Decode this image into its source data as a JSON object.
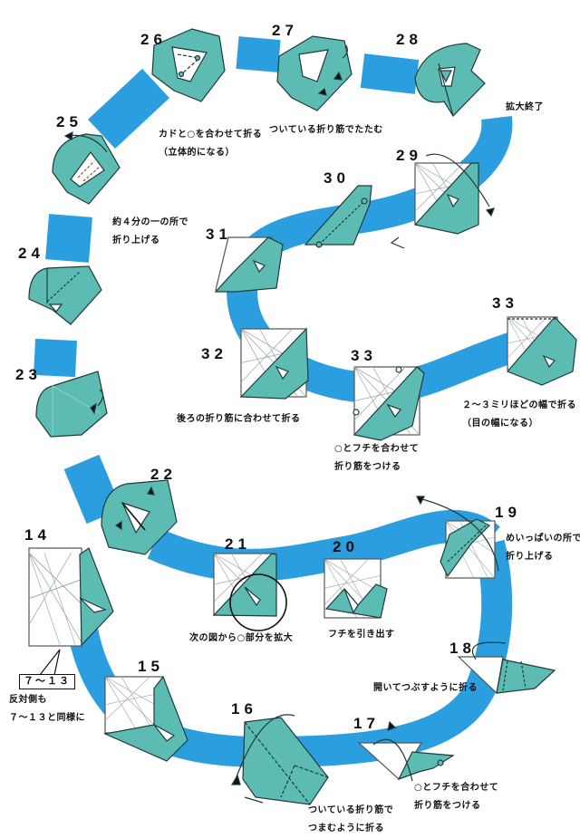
{
  "colors": {
    "band": "#2b9ee0",
    "paper_teal": "#5cbcb4",
    "paper_white": "#ffffff",
    "outline": "#1f3b3a",
    "crease": "#9aa6a6",
    "text": "#111111"
  },
  "steps": [
    {
      "n": "14"
    },
    {
      "n": "15"
    },
    {
      "n": "16"
    },
    {
      "n": "17"
    },
    {
      "n": "18"
    },
    {
      "n": "19"
    },
    {
      "n": "20"
    },
    {
      "n": "21"
    },
    {
      "n": "22"
    },
    {
      "n": "23"
    },
    {
      "n": "24"
    },
    {
      "n": "25"
    },
    {
      "n": "26"
    },
    {
      "n": "27"
    },
    {
      "n": "28"
    },
    {
      "n": "29"
    },
    {
      "n": "30"
    },
    {
      "n": "31"
    },
    {
      "n": "32"
    },
    {
      "n": "33"
    },
    {
      "n": "33"
    }
  ],
  "notes": {
    "step25": {
      "line1": "カドと○を合わせて折る",
      "line2": "（立体的になる）"
    },
    "step27": {
      "line1": "ついている折り筋でたたむ"
    },
    "step28": {
      "line1": "拡大終了"
    },
    "step24": {
      "line1": "約４分の一の所で",
      "line2": "折り上げる"
    },
    "step32": {
      "line1": "後ろの折り筋に合わせて折る"
    },
    "step33a": {
      "line1": "○とフチを合わせて",
      "line2": "折り筋をつける"
    },
    "step33b": {
      "line1": "２～３ミリほどの幅で折る",
      "line2": "（目の幅になる）"
    },
    "step19": {
      "line1": "めいっぱいの所で",
      "line2": "折り上げる"
    },
    "step21": {
      "line1": "次の図から○部分を拡大"
    },
    "step20": {
      "line1": "フチを引き出す"
    },
    "step18": {
      "line1": "開いてつぶすように折る"
    },
    "step17": {
      "line1": "○とフチを合わせて",
      "line2": "折り筋をつける"
    },
    "step16": {
      "line1": "ついている折り筋で",
      "line2": "つまむように折る"
    },
    "step14": {
      "box": "７～１３",
      "line1": "反対側も",
      "line2": "７～１３と同様に"
    }
  }
}
